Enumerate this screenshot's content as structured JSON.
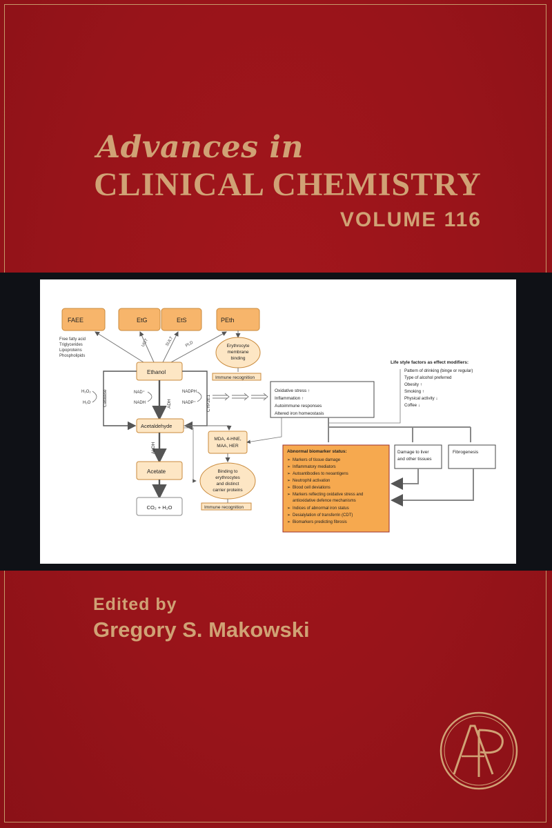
{
  "cover": {
    "series_line1": "Advances in",
    "series_line2": "CLINICAL CHEMISTRY",
    "volume": "VOLUME 116",
    "edited_by": "Edited by",
    "editor": "Gregory S. Makowski",
    "logo_letters": "AP"
  },
  "diagram": {
    "faee": "FAEE",
    "etg": "EtG",
    "ets": "EtS",
    "peth": "PEth",
    "lipids": [
      "Free fatty acid",
      "Triglycerides",
      "Lipoproteins",
      "Phospholipids"
    ],
    "ugt": "UGT",
    "sult": "SULT",
    "pld": "PLD",
    "erythrocyte_binding": [
      "Erythrocyte",
      "membrane",
      "binding"
    ],
    "immune_recognition_1": "Immune recognition",
    "ethanol": "Ethanol",
    "h2o2": "H₂O₂",
    "h2o": "H₂O",
    "catalase": "Catalase",
    "nad_plus": "NAD⁺",
    "nadh": "NADH",
    "adh": "ADH",
    "nadph": "NADPH",
    "nadp_plus": "NADP⁺",
    "cyp2e1": "CYP2E1",
    "acetaldehyde": "Acetaldehyde",
    "aldh": "ALDH",
    "acetate": "Acetate",
    "co2_h2o": "CO₂ + H₂O",
    "adducts": [
      "MDA, 4-HNE,",
      "MAA, HER"
    ],
    "binding_carriers": [
      "Binding to",
      "erythrocytes",
      "and distinct",
      "carrier proteins"
    ],
    "immune_recognition_2": "Immune recognition",
    "effects": [
      "Oxidative stress ↑",
      "Inflammation ↑",
      "Autoimmune responses",
      "Altered iron homeostasis"
    ],
    "lifestyle_title": "Life style factors as effect modifiers:",
    "lifestyle_items": [
      "Pattern of drinking (binge or regular)",
      "Type of alcohol preferred",
      "Obesity ↑",
      "Smoking ↑",
      "Physical activity ↓",
      "Coffee ↓"
    ],
    "biomarker_title": "Abnormal biomarker status:",
    "biomarker_items": [
      "Markers of tissue damage",
      "Inflammatory mediators",
      "Autoantibodies to neoantigens",
      "Neutrophil activation",
      "Blood cell deviations",
      "Markers reflecting oxidative stress and",
      "antioxidative defence mechanisms",
      "Indices of abnormal iron status",
      "Desialylation of transferrin (CDT)",
      "Biomarkers predicting fibrosis"
    ],
    "damage": [
      "Damage to liver",
      "and other tissues"
    ],
    "fibrogenesis": "Fibrogenesis"
  },
  "colors": {
    "cover_red": "#9b1b1f",
    "gold": "#d0a275",
    "band": "#0f1116",
    "box_orange": "#f7b56b",
    "box_light": "#fde6c4",
    "biomarker_fill": "#f6a94f"
  }
}
